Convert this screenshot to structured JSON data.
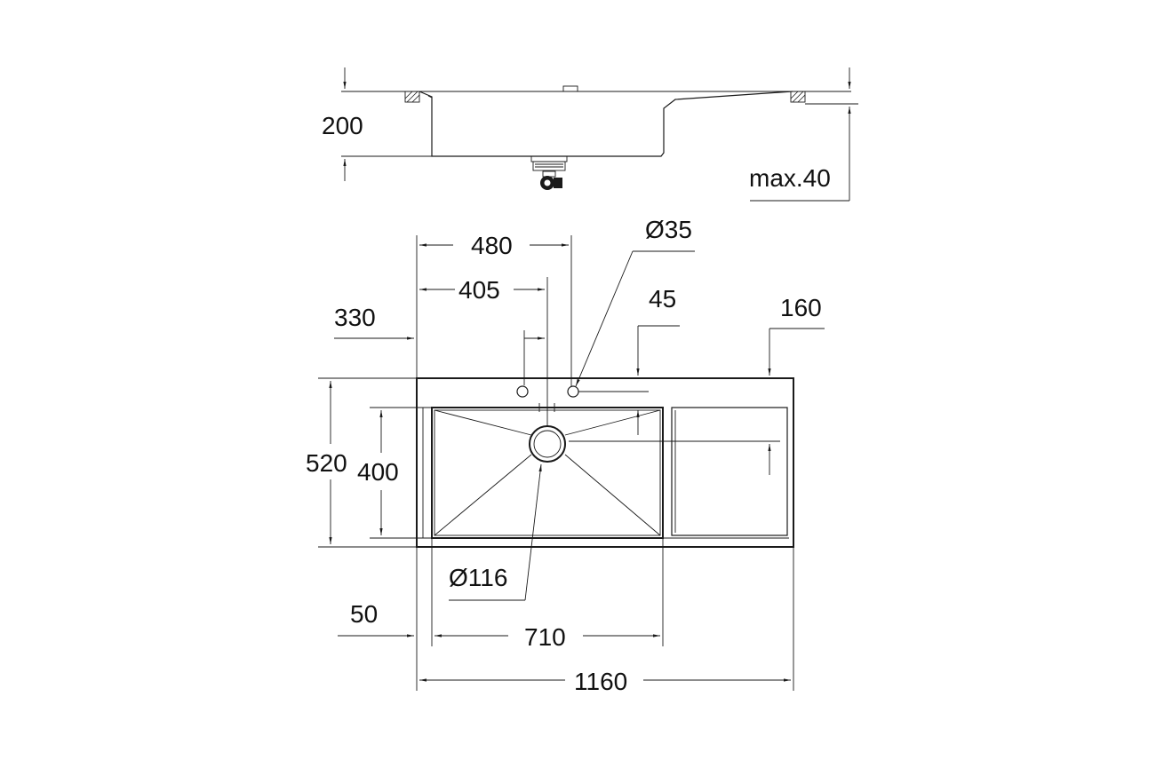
{
  "drawing": {
    "side_view": {
      "height_label": "200",
      "cutout_label": "max.40"
    },
    "top_view": {
      "tap_hole_offset_label": "480",
      "center_offset_label": "405",
      "edge_offset_label": "330",
      "tap_hole_diameter_label": "Ø35",
      "rim_label": "45",
      "drainer_label": "160",
      "overall_depth_label": "520",
      "bowl_depth_label": "400",
      "waste_diameter_label": "Ø116",
      "side_margin_label": "50",
      "bowl_width_label": "710",
      "overall_width_label": "1160"
    },
    "colors": {
      "line": "#1a1a1a",
      "background": "#ffffff"
    }
  }
}
